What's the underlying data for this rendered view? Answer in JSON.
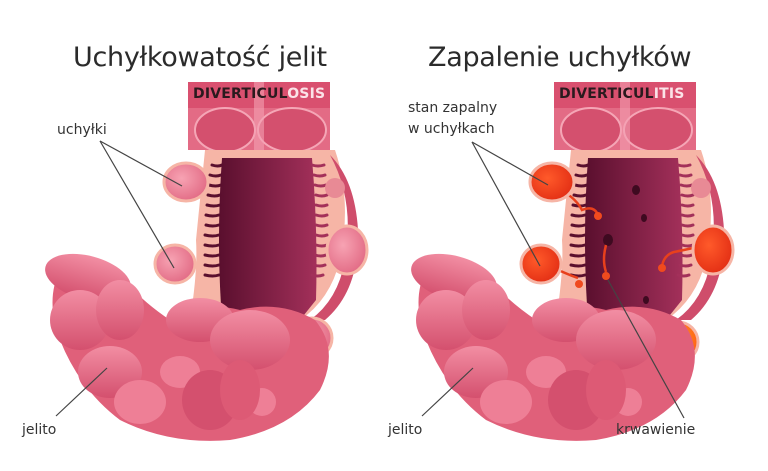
{
  "left_panel": {
    "title": "Uchyłkowatość jelit",
    "banner": {
      "prefix": "DIVERTICUL",
      "suffix": "OSIS"
    },
    "labels": {
      "diverticula": "uchyłki",
      "intestine": "jelito"
    }
  },
  "right_panel": {
    "title": "Zapalenie uchyłków",
    "banner": {
      "prefix": "DIVERTICUL",
      "suffix": "ITIS"
    },
    "labels": {
      "inflammation_line1": "stan zapalny",
      "inflammation_line2": "w uchyłkach",
      "intestine": "jelito",
      "bleeding": "krwawienie"
    }
  },
  "colors": {
    "background": "#ffffff",
    "intestine_pink": "#e0607a",
    "intestine_light": "#f08aa0",
    "intestine_dark": "#b83a58",
    "mucosa_peach": "#f6b5a6",
    "lumen_dark": "#6e1738",
    "inflamed_red": "#f0401e",
    "inflamed_orange": "#ff7a1a",
    "text": "#2b2b2b"
  }
}
